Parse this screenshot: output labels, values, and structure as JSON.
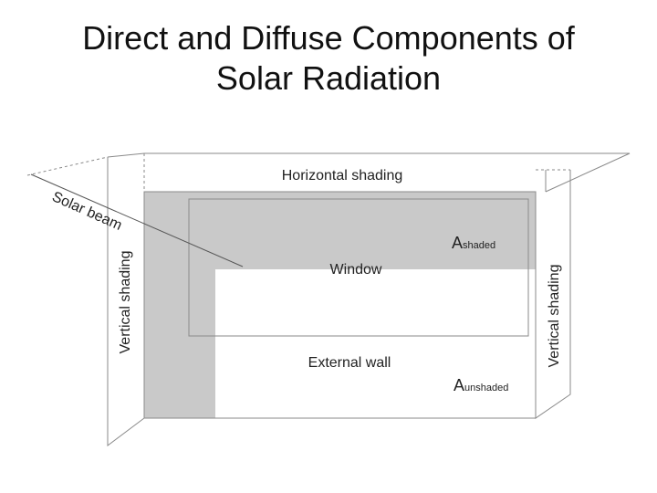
{
  "title": {
    "line1": "Direct and Diffuse Components of",
    "line2": "Solar Radiation"
  },
  "diagram": {
    "labels": {
      "horizontal_shading": "Horizontal shading",
      "window": "Window",
      "external_wall": "External wall",
      "vertical_shading_left": "Vertical shading",
      "vertical_shading_right": "Vertical shading",
      "a_shaded_main": "A",
      "a_shaded_sub": "shaded",
      "a_unshaded_main": "A",
      "a_unshaded_sub": "unshaded",
      "solar_beam": "Solar beam"
    },
    "colors": {
      "shaded_area": "#c9c9c9",
      "outline": "#8a8a8a",
      "text": "#222222"
    }
  }
}
